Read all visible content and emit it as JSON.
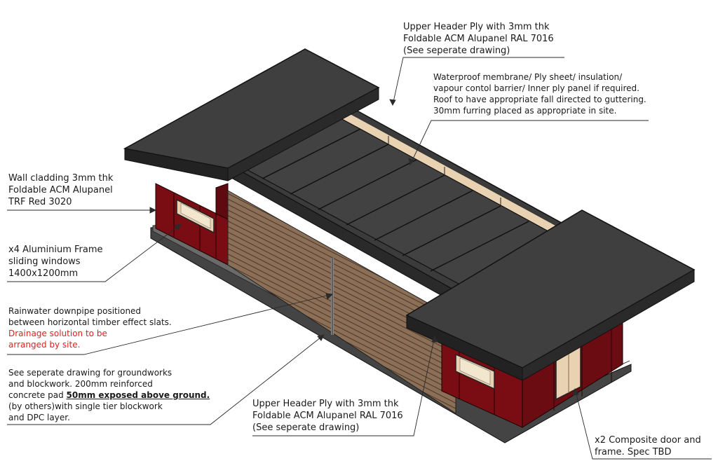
{
  "colors": {
    "roof_dark": "#3f3f3f",
    "roof_edge": "#1e1e1e",
    "cladding_red": "#7a0d14",
    "timber": "#8a6d55",
    "ply": "#e8d2b2",
    "base": "#4a4a4a",
    "leader": "#2a2a2a",
    "red_note": "#e02020"
  },
  "annotations": {
    "top_header": {
      "line1": "Upper Header Ply with 3mm thk",
      "line2": "Foldable ACM Alupanel RAL 7016",
      "line3": "(See seperate drawing)"
    },
    "roof_build": {
      "line1": "Waterproof membrane/ Ply sheet/ insulation/",
      "line2": "vapour contol barrier/ Inner ply panel if required.",
      "line3": "Roof to have appropriate fall directed to guttering.",
      "line4": "30mm furring placed as appropriate in site."
    },
    "wall_cladding": {
      "line1": "Wall cladding 3mm thk",
      "line2": "Foldable ACM Alupanel",
      "line3": "TRF Red 3020"
    },
    "windows": {
      "line1": "x4 Aluminium Frame",
      "line2": "sliding windows",
      "line3": "1400x1200mm"
    },
    "downpipe": {
      "line1": "Rainwater downpipe positioned",
      "line2": "between horizontal timber effect slats.",
      "line3_red": "Drainage solution to be",
      "line4_red": "arranged by site."
    },
    "groundworks": {
      "line1": "See seperate drawing for groundworks",
      "line2": "and blockwork. 200mm reinforced",
      "line3_pre": "concrete pad ",
      "line3_bold": "50mm exposed above ground.",
      "line4": "(by others)with single tier blockwork",
      "line5": "and DPC layer."
    },
    "bottom_header": {
      "line1": "Upper Header Ply with 3mm thk",
      "line2": "Foldable ACM Alupanel RAL 7016",
      "line3": "(See seperate drawing)"
    },
    "door": {
      "line1": "x2 Composite door and",
      "line2": "frame. Spec TBD"
    }
  }
}
